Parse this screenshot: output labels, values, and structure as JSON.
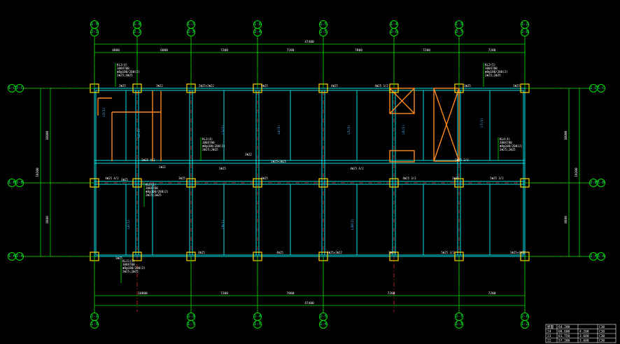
{
  "drawing": {
    "title": "",
    "axes_vertical_top": [
      {
        "upper": "1-9",
        "lower": "2-1"
      },
      {
        "upper": "1-8",
        "lower": "2-2"
      },
      {
        "upper": "1-7",
        "lower": "2-3"
      },
      {
        "upper": "1-6",
        "lower": "2-4"
      },
      {
        "upper": "1-5",
        "lower": "2-5"
      },
      {
        "upper": "1-4",
        "lower": "2-6"
      },
      {
        "upper": "1-3",
        "lower": "2-7"
      },
      {
        "upper": "1-2",
        "lower": "2-8"
      }
    ],
    "axes_vertical_bottom": [
      {
        "upper": "2-1",
        "lower": "1-9"
      },
      {
        "upper": "2-3",
        "lower": "1-7"
      },
      {
        "upper": "2-4",
        "lower": "1-5"
      },
      {
        "upper": "2-5",
        "lower": "1-4"
      },
      {
        "upper": "2-7",
        "lower": "1-3"
      },
      {
        "upper": "2-8",
        "lower": "1-2"
      }
    ],
    "axes_horizontal_left": [
      {
        "a": "1-C",
        "b": "2-C"
      },
      {
        "a": "1-B",
        "b": "2-B"
      },
      {
        "a": "1-A",
        "b": "2-A"
      }
    ],
    "axes_horizontal_right": [
      {
        "a": "2-C",
        "b": "1-C"
      },
      {
        "a": "2-B",
        "b": "1-B"
      },
      {
        "a": "2-A",
        "b": "1-A"
      }
    ],
    "dims_top_segments": [
      "4800",
      "6000",
      "7200",
      "7200",
      "7800",
      "7200",
      "7200"
    ],
    "dims_top_total": "47400",
    "dims_bottom_segments": [
      "10800",
      "7200",
      "7800",
      "7200",
      "7200"
    ],
    "dims_bottom_total": "47400",
    "dims_left": [
      "10800",
      "8600"
    ],
    "dims_left_total": "19200",
    "dims_right": [
      "10800",
      "8600"
    ],
    "dims_right_total": "19200",
    "beam_labels": [
      "3Φ25",
      "3Φ22",
      "2Φ25+2Φ22",
      "3Φ25",
      "4Φ25",
      "4Φ25 3/2",
      "3Φ25",
      "3Φ25",
      "4Φ25 4/2",
      "2Φ22",
      "3Φ25",
      "4Φ25",
      "4Φ25 4/2",
      "4Φ25 3/2",
      "3Φ25",
      "5Φ25 4/2",
      "3Φ25",
      "3Φ22",
      "5Φ25 2/3",
      "4Φ25",
      "3Φ25",
      "3Φ25",
      "5Φ25 3/2",
      "4Φ25",
      "3Φ25",
      "3Φ25+2Φ22",
      "3Φ25+2Φ22",
      "5Φ25 3/2",
      "2Φ25+2Φ25"
    ],
    "callouts": [
      {
        "l1": "KL1(4)",
        "l2": "300X700",
        "l3": "Φ8@100/200(2)",
        "l4": "2Φ25;4Φ25"
      },
      {
        "l1": "KL2(5)",
        "l2": "300X700",
        "l3": "Φ8@100/200(2)",
        "l4": "2Φ25;2Φ25"
      },
      {
        "l1": "KL3(4)",
        "l2": "300X700",
        "l3": "Φ8@100/200(2)",
        "l4": "2Φ25;2Φ25"
      },
      {
        "l1": "KL4(4)",
        "l2": "300X700",
        "l3": "Φ8@100/200(2)",
        "l4": "2Φ25;2Φ25"
      },
      {
        "l1": "KL5(1)",
        "l2": "300X700",
        "l3": "Φ8@100/200(2)",
        "l4": "2Φ25;2Φ25"
      },
      {
        "l1": "KL11(1)",
        "l2": "300X700",
        "l3": "Φ8@100/200(2)",
        "l4": "2Φ25;2Φ25"
      }
    ],
    "slab_labels": [
      "L1(1)",
      "L2(1)",
      "L3(1)",
      "L4(1)",
      "L5(1)",
      "L6(1)",
      "L7(1)",
      "L8(1)",
      "L9(1)",
      "L10(1)"
    ],
    "table": {
      "rows": [
        [
          "屋面",
          "64.200",
          "",
          "C30"
        ],
        [
          "24",
          "60.600",
          "4.200",
          "C30"
        ],
        [
          "23",
          "61.750",
          "3.600",
          "C30"
        ],
        [
          "22",
          "57.200",
          "3.600",
          "C30"
        ]
      ]
    },
    "colors": {
      "background": "#000000",
      "axis": "#00e000",
      "beam": "#00e5e5",
      "grid": "#ff2a2a",
      "column": "#ffd700",
      "wall": "#ff8a1e",
      "annotation": "#4fb7ff"
    }
  }
}
